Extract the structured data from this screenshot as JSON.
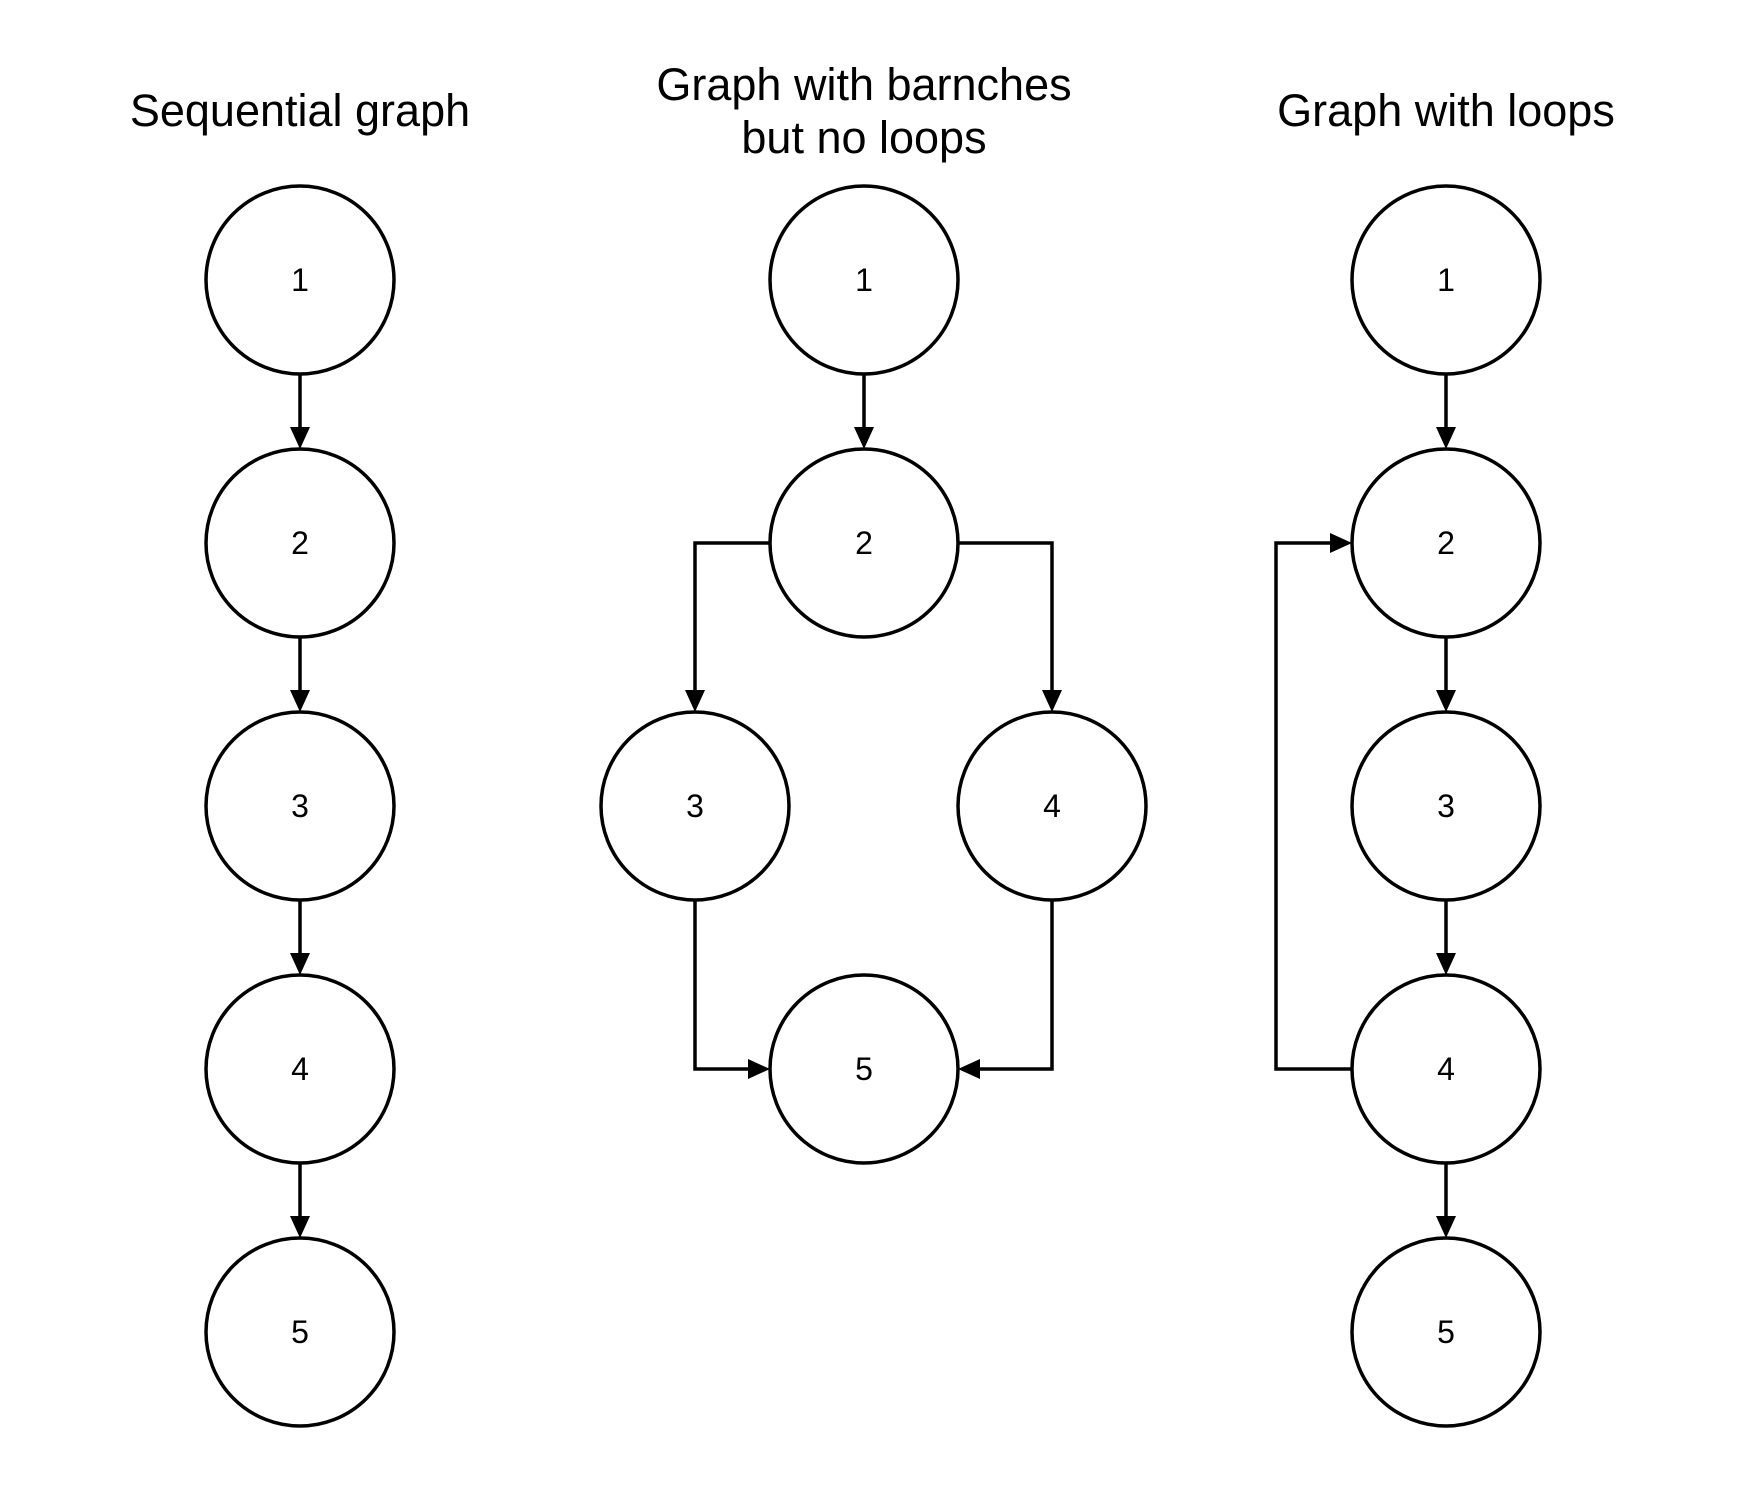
{
  "graphs": [
    {
      "id": "sequential",
      "title_lines": [
        "Sequential graph"
      ],
      "nodes": [
        {
          "id": "s1",
          "label": "1"
        },
        {
          "id": "s2",
          "label": "2"
        },
        {
          "id": "s3",
          "label": "3"
        },
        {
          "id": "s4",
          "label": "4"
        },
        {
          "id": "s5",
          "label": "5"
        }
      ],
      "edges": [
        {
          "from": "s1",
          "to": "s2"
        },
        {
          "from": "s2",
          "to": "s3"
        },
        {
          "from": "s3",
          "to": "s4"
        },
        {
          "from": "s4",
          "to": "s5"
        }
      ]
    },
    {
      "id": "branches",
      "title_lines": [
        "Graph with barnches",
        "but no loops"
      ],
      "nodes": [
        {
          "id": "b1",
          "label": "1"
        },
        {
          "id": "b2",
          "label": "2"
        },
        {
          "id": "b3",
          "label": "3"
        },
        {
          "id": "b4",
          "label": "4"
        },
        {
          "id": "b5",
          "label": "5"
        }
      ],
      "edges": [
        {
          "from": "b1",
          "to": "b2"
        },
        {
          "from": "b2",
          "to": "b3"
        },
        {
          "from": "b2",
          "to": "b4"
        },
        {
          "from": "b3",
          "to": "b5"
        },
        {
          "from": "b4",
          "to": "b5"
        }
      ]
    },
    {
      "id": "loops",
      "title_lines": [
        "Graph with loops"
      ],
      "nodes": [
        {
          "id": "l1",
          "label": "1"
        },
        {
          "id": "l2",
          "label": "2"
        },
        {
          "id": "l3",
          "label": "3"
        },
        {
          "id": "l4",
          "label": "4"
        },
        {
          "id": "l5",
          "label": "5"
        }
      ],
      "edges": [
        {
          "from": "l1",
          "to": "l2"
        },
        {
          "from": "l2",
          "to": "l3"
        },
        {
          "from": "l3",
          "to": "l4"
        },
        {
          "from": "l4",
          "to": "l5"
        },
        {
          "from": "l4",
          "to": "l2"
        }
      ]
    }
  ]
}
